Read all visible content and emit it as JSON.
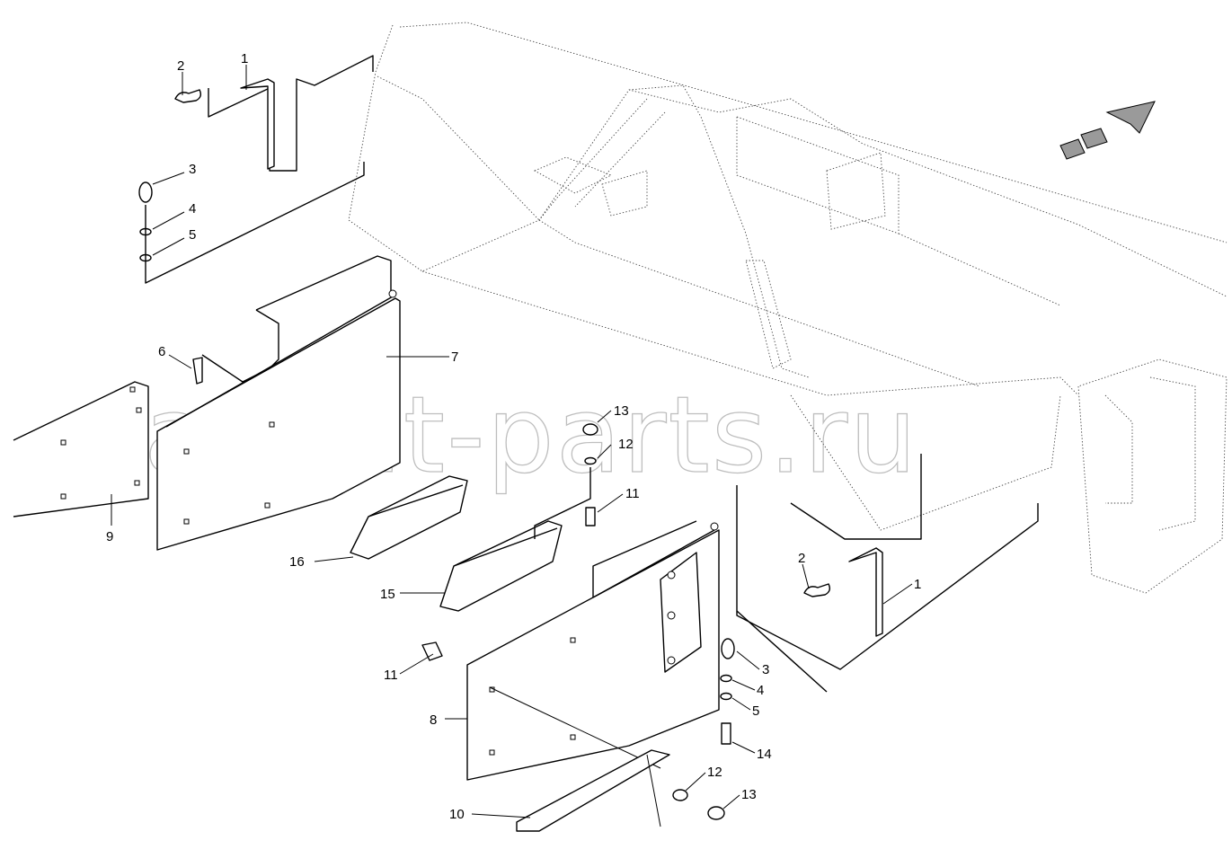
{
  "watermark": "ansat-parts.ru",
  "callouts": {
    "c1_top": "1",
    "c2_top": "2",
    "c3_top": "3",
    "c4_top": "4",
    "c5_top": "5",
    "c6": "6",
    "c7": "7",
    "c9": "9",
    "c13_top": "13",
    "c12_top": "12",
    "c11_top": "11",
    "c16": "16",
    "c15": "15",
    "c2_right": "2",
    "c1_right": "1",
    "c11_bottom": "11",
    "c3_right": "3",
    "c4_right": "4",
    "c5_right": "5",
    "c8": "8",
    "c14": "14",
    "c12_bottom": "12",
    "c13_bottom": "13",
    "c10": "10"
  },
  "icons": {
    "direction": "travel-direction-arrow-icon"
  }
}
